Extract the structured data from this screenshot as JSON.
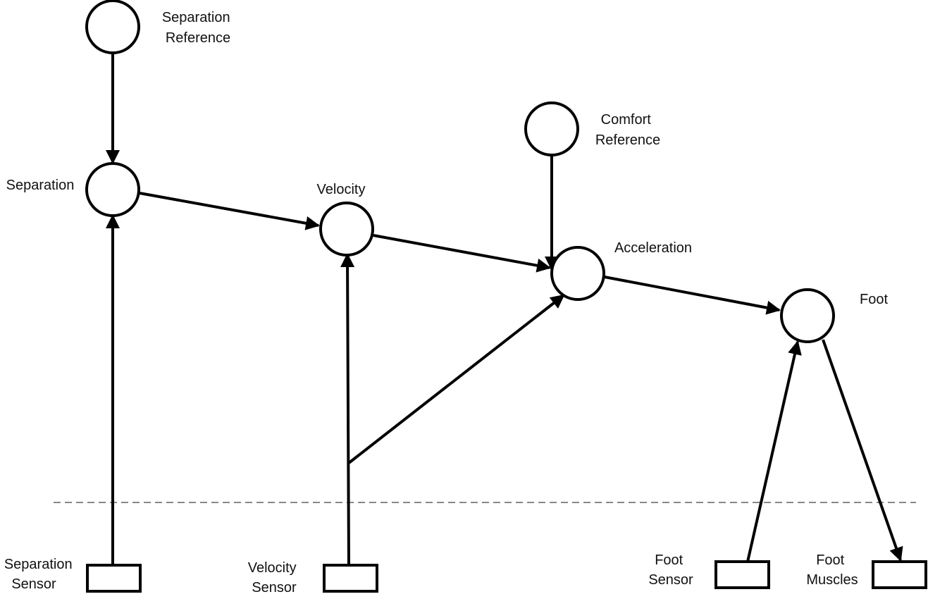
{
  "diagram": {
    "type": "perceptual-control-hierarchy",
    "colors": {
      "stroke": "#000000",
      "divider": "#888888",
      "background": "#ffffff",
      "text": "#111111"
    },
    "nodes": {
      "separation_reference": {
        "shape": "circle",
        "label": [
          "Separation",
          "Reference"
        ]
      },
      "separation": {
        "shape": "circle",
        "label": [
          "Separation"
        ]
      },
      "velocity": {
        "shape": "circle",
        "label": [
          "Velocity"
        ]
      },
      "comfort_reference": {
        "shape": "circle",
        "label": [
          "Comfort",
          "Reference"
        ]
      },
      "acceleration": {
        "shape": "circle",
        "label": [
          "Acceleration"
        ]
      },
      "foot": {
        "shape": "circle",
        "label": [
          "Foot"
        ]
      },
      "separation_sensor": {
        "shape": "box",
        "label": [
          "Separation",
          "Sensor"
        ]
      },
      "velocity_sensor": {
        "shape": "box",
        "label": [
          "Velocity",
          "Sensor"
        ]
      },
      "foot_sensor": {
        "shape": "box",
        "label": [
          "Foot",
          "Sensor"
        ]
      },
      "foot_muscles": {
        "shape": "box",
        "label": [
          "Foot",
          "Muscles"
        ]
      }
    },
    "edges": [
      {
        "from": "separation_reference",
        "to": "separation"
      },
      {
        "from": "separation_sensor",
        "to": "separation"
      },
      {
        "from": "separation",
        "to": "velocity"
      },
      {
        "from": "velocity_sensor",
        "to": "velocity"
      },
      {
        "from": "velocity_sensor",
        "to": "acceleration"
      },
      {
        "from": "velocity",
        "to": "acceleration"
      },
      {
        "from": "comfort_reference",
        "to": "acceleration"
      },
      {
        "from": "acceleration",
        "to": "foot"
      },
      {
        "from": "foot_sensor",
        "to": "foot"
      },
      {
        "from": "foot",
        "to": "foot_muscles"
      }
    ],
    "divider": {
      "style": "dashed",
      "meaning": "environment boundary"
    }
  }
}
